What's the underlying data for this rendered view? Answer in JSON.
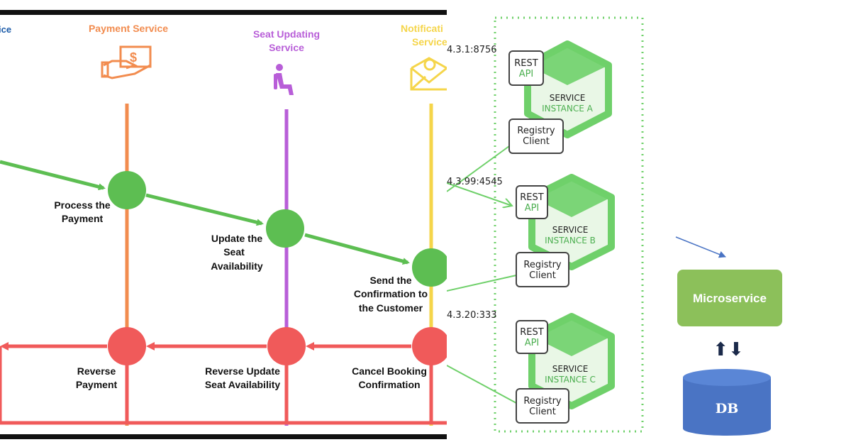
{
  "saga": {
    "service_fragment": "ice",
    "payment_service": "Payment Service",
    "seat_service_line1": "Seat Updating",
    "seat_service_line2": "Service",
    "notification_line1": "Notificati",
    "notification_line2": "Service",
    "payment_icon_glyph": "$",
    "steps": {
      "process_line1": "Process the",
      "process_line2": "Payment",
      "update_line1": "Update the",
      "update_line2": "Seat",
      "update_line3": "Availability",
      "send_line1": "Send the",
      "send_line2": "Confirmation to",
      "send_line3": "the Customer"
    },
    "compensations": {
      "reverse_payment_line1": "Reverse",
      "reverse_payment_line2": "Payment",
      "reverse_seat_line1": "Reverse Update",
      "reverse_seat_line2": "Seat Availability",
      "cancel_line1": "Cancel Booking",
      "cancel_line2": "Confirmation"
    },
    "colors": {
      "payment": "#f28c4f",
      "seat": "#b85ed8",
      "notification": "#f5d54a",
      "success": "#5dbe52",
      "compensation": "#f05a5a",
      "left_service": "#1a5aa8"
    }
  },
  "registry": {
    "addresses": [
      "4.3.1:8756",
      "4.3.99:4545",
      "4.3.20:333"
    ],
    "instances": [
      {
        "rest": "REST",
        "api": "API",
        "service": "SERVICE",
        "instance": "INSTANCE A",
        "client_line1": "Registry",
        "client_line2": "Client"
      },
      {
        "rest": "REST",
        "api": "API",
        "service": "SERVICE",
        "instance": "INSTANCE B",
        "client_line1": "Registry",
        "client_line2": "Client"
      },
      {
        "rest": "REST",
        "api": "API",
        "service": "SERVICE",
        "instance": "INSTANCE C",
        "client_line1": "Registry",
        "client_line2": "Client"
      }
    ],
    "colors": {
      "hex_fill": "#6fd06a",
      "hex_stroke": "#5cc25a",
      "instance_text": "#4caf50",
      "dotted": "#6fd06a"
    }
  },
  "micro": {
    "microservice": "Microservice",
    "db": "DB",
    "arrow_glyph": "⬆⬇",
    "colors": {
      "microservice": "#8cc05a",
      "db": "#4a74c4"
    }
  }
}
